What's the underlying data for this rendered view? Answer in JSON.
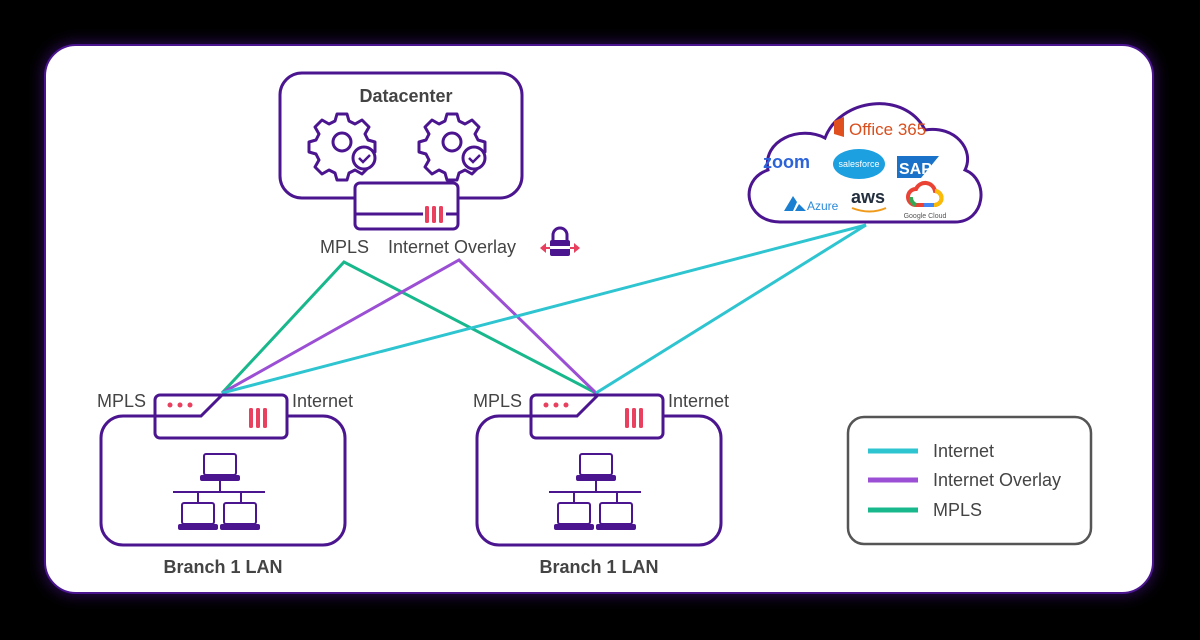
{
  "datacenter": {
    "title": "Datacenter",
    "ports": [
      "MPLS",
      "Internet Overlay"
    ],
    "icons": [
      "gear-check-icon",
      "gear-check-icon",
      "firewall-icon",
      "lock-icon"
    ]
  },
  "cloud": {
    "apps": [
      "Office 365",
      "zoom",
      "salesforce",
      "SAP",
      "Azure",
      "aws",
      "Google Cloud"
    ]
  },
  "branches": [
    {
      "name": "Branch 1 LAN",
      "left_port": "MPLS",
      "right_port": "Internet"
    },
    {
      "name": "Branch 1 LAN",
      "left_port": "MPLS",
      "right_port": "Internet"
    }
  ],
  "legend": [
    {
      "label": "Internet",
      "color": "#2ec4d0"
    },
    {
      "label": "Internet Overlay",
      "color": "#9b4fd4"
    },
    {
      "label": "MPLS",
      "color": "#18b88c"
    }
  ],
  "colors": {
    "outline": "#4b1590",
    "accent": "#e8405e",
    "internet": "#2ec4d0",
    "overlay": "#9b4fd4",
    "mpls": "#18b88c"
  }
}
